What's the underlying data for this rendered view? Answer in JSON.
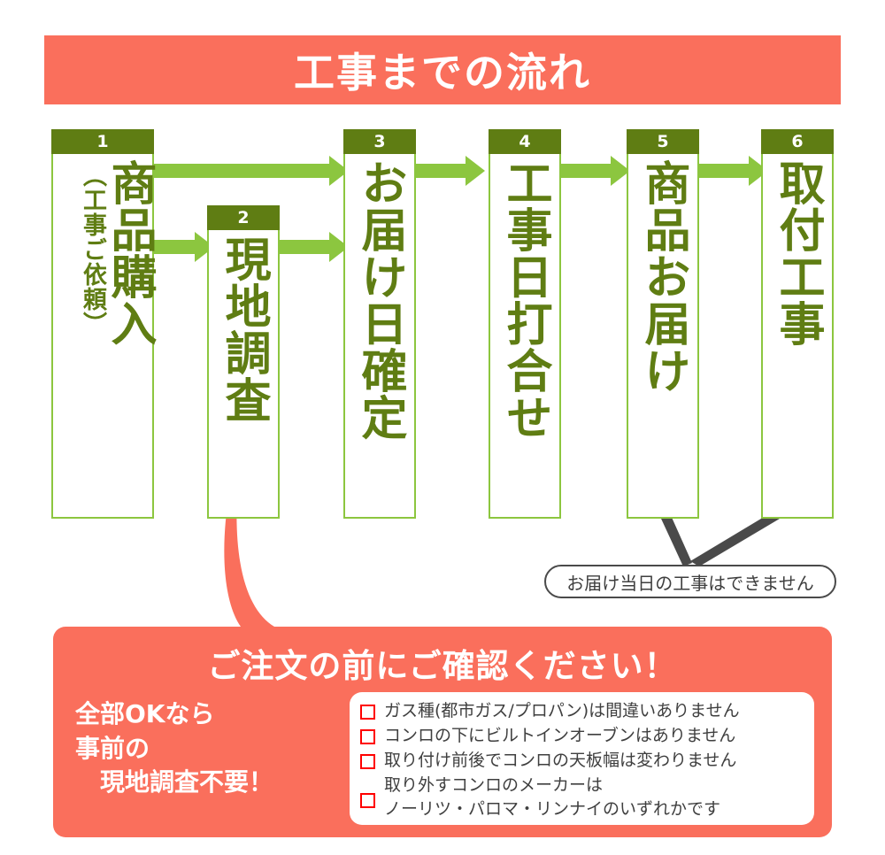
{
  "title": {
    "text": "工事までの流れ"
  },
  "colors": {
    "banner": "#fa6f5c",
    "step_number_bg": "#5f7d13",
    "step_border": "#8cc63f",
    "arrow": "#8cc63f",
    "text_green": "#5f7d13",
    "callout_border": "#4a4a4a",
    "checkbox_red": "#ff0000",
    "wedge_gray": "#4a4a4a"
  },
  "steps": [
    {
      "number": "1",
      "label": "商品購入",
      "sublabel": "（工事ご依頼）"
    },
    {
      "number": "2",
      "label": "現地調査",
      "sublabel": ""
    },
    {
      "number": "3",
      "label": "お届け日確定",
      "sublabel": ""
    },
    {
      "number": "4",
      "label": "工事日打合せ",
      "sublabel": ""
    },
    {
      "number": "5",
      "label": "商品お届け",
      "sublabel": ""
    },
    {
      "number": "6",
      "label": "取付工事",
      "sublabel": ""
    }
  ],
  "callout": {
    "text": "お届け当日の工事はできません"
  },
  "bottom": {
    "title": "ご注文の前にご確認ください！",
    "note_line1": "全部OKなら",
    "note_line2": "事前の",
    "note_line3": "現地調査不要！",
    "checklist": [
      {
        "text": "ガス種(都市ガス/プロパン)は間違いありません",
        "text2": ""
      },
      {
        "text": "コンロの下にビルトインオーブンはありません",
        "text2": ""
      },
      {
        "text": "取り付け前後でコンロの天板幅は変わりません",
        "text2": ""
      },
      {
        "text": "取り外すコンロのメーカーは",
        "text2": "ノーリツ・パロマ・リンナイのいずれかです"
      }
    ]
  }
}
